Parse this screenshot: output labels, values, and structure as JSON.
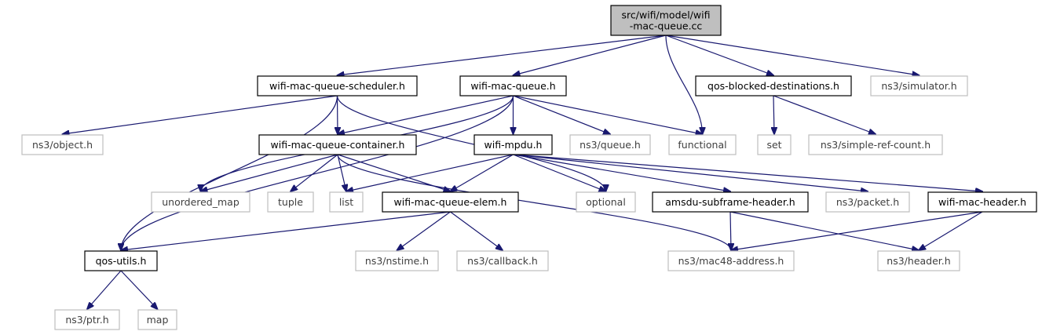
{
  "graph": {
    "title": "src/wifi/model/wifi-mac-queue.cc",
    "colors": {
      "edge": "#191970",
      "root_fill": "#bfbfbf",
      "ext_border": "#bfbfbf",
      "node_border": "#000000"
    },
    "nodes": [
      {
        "id": "root",
        "lines": [
          "src/wifi/model/wifi",
          "-mac-queue.cc"
        ],
        "kind": "root"
      },
      {
        "id": "sched",
        "lines": [
          "wifi-mac-queue-scheduler.h"
        ],
        "kind": "local"
      },
      {
        "id": "wmq",
        "lines": [
          "wifi-mac-queue.h"
        ],
        "kind": "local"
      },
      {
        "id": "qbd",
        "lines": [
          "qos-blocked-destinations.h"
        ],
        "kind": "local"
      },
      {
        "id": "sim",
        "lines": [
          "ns3/simulator.h"
        ],
        "kind": "external"
      },
      {
        "id": "obj",
        "lines": [
          "ns3/object.h"
        ],
        "kind": "external"
      },
      {
        "id": "cont",
        "lines": [
          "wifi-mac-queue-container.h"
        ],
        "kind": "local"
      },
      {
        "id": "mpdu",
        "lines": [
          "wifi-mpdu.h"
        ],
        "kind": "local"
      },
      {
        "id": "queue",
        "lines": [
          "ns3/queue.h"
        ],
        "kind": "external"
      },
      {
        "id": "func",
        "lines": [
          "functional"
        ],
        "kind": "external"
      },
      {
        "id": "set",
        "lines": [
          "set"
        ],
        "kind": "external"
      },
      {
        "id": "src",
        "lines": [
          "ns3/simple-ref-count.h"
        ],
        "kind": "external"
      },
      {
        "id": "umap",
        "lines": [
          "unordered_map"
        ],
        "kind": "external"
      },
      {
        "id": "tuple",
        "lines": [
          "tuple"
        ],
        "kind": "external"
      },
      {
        "id": "list",
        "lines": [
          "list"
        ],
        "kind": "external"
      },
      {
        "id": "elem",
        "lines": [
          "wifi-mac-queue-elem.h"
        ],
        "kind": "local"
      },
      {
        "id": "opt",
        "lines": [
          "optional"
        ],
        "kind": "external"
      },
      {
        "id": "amsdu",
        "lines": [
          "amsdu-subframe-header.h"
        ],
        "kind": "local"
      },
      {
        "id": "pkt",
        "lines": [
          "ns3/packet.h"
        ],
        "kind": "external"
      },
      {
        "id": "hdr",
        "lines": [
          "wifi-mac-header.h"
        ],
        "kind": "local"
      },
      {
        "id": "qos",
        "lines": [
          "qos-utils.h"
        ],
        "kind": "local"
      },
      {
        "id": "nst",
        "lines": [
          "ns3/nstime.h"
        ],
        "kind": "external"
      },
      {
        "id": "cb",
        "lines": [
          "ns3/callback.h"
        ],
        "kind": "external"
      },
      {
        "id": "mac48",
        "lines": [
          "ns3/mac48-address.h"
        ],
        "kind": "external"
      },
      {
        "id": "nhdr",
        "lines": [
          "ns3/header.h"
        ],
        "kind": "external"
      },
      {
        "id": "ptr",
        "lines": [
          "ns3/ptr.h"
        ],
        "kind": "external"
      },
      {
        "id": "map",
        "lines": [
          "map"
        ],
        "kind": "external"
      }
    ],
    "edges": [
      [
        "root",
        "sched"
      ],
      [
        "root",
        "wmq"
      ],
      [
        "root",
        "qbd"
      ],
      [
        "root",
        "sim"
      ],
      [
        "root",
        "func"
      ],
      [
        "sched",
        "qos"
      ],
      [
        "sched",
        "obj"
      ],
      [
        "sched",
        "cont"
      ],
      [
        "sched",
        "opt"
      ],
      [
        "wmq",
        "umap"
      ],
      [
        "wmq",
        "qos"
      ],
      [
        "wmq",
        "cont"
      ],
      [
        "wmq",
        "mpdu"
      ],
      [
        "wmq",
        "queue"
      ],
      [
        "wmq",
        "func"
      ],
      [
        "qbd",
        "set"
      ],
      [
        "qbd",
        "src"
      ],
      [
        "cont",
        "umap"
      ],
      [
        "cont",
        "tuple"
      ],
      [
        "cont",
        "list"
      ],
      [
        "cont",
        "elem"
      ],
      [
        "cont",
        "mac48"
      ],
      [
        "mpdu",
        "list"
      ],
      [
        "mpdu",
        "elem"
      ],
      [
        "mpdu",
        "opt"
      ],
      [
        "mpdu",
        "amsdu"
      ],
      [
        "mpdu",
        "pkt"
      ],
      [
        "mpdu",
        "hdr"
      ],
      [
        "elem",
        "qos"
      ],
      [
        "elem",
        "nst"
      ],
      [
        "elem",
        "cb"
      ],
      [
        "amsdu",
        "mac48"
      ],
      [
        "amsdu",
        "nhdr"
      ],
      [
        "hdr",
        "mac48"
      ],
      [
        "hdr",
        "nhdr"
      ],
      [
        "qos",
        "ptr"
      ],
      [
        "qos",
        "map"
      ]
    ]
  }
}
